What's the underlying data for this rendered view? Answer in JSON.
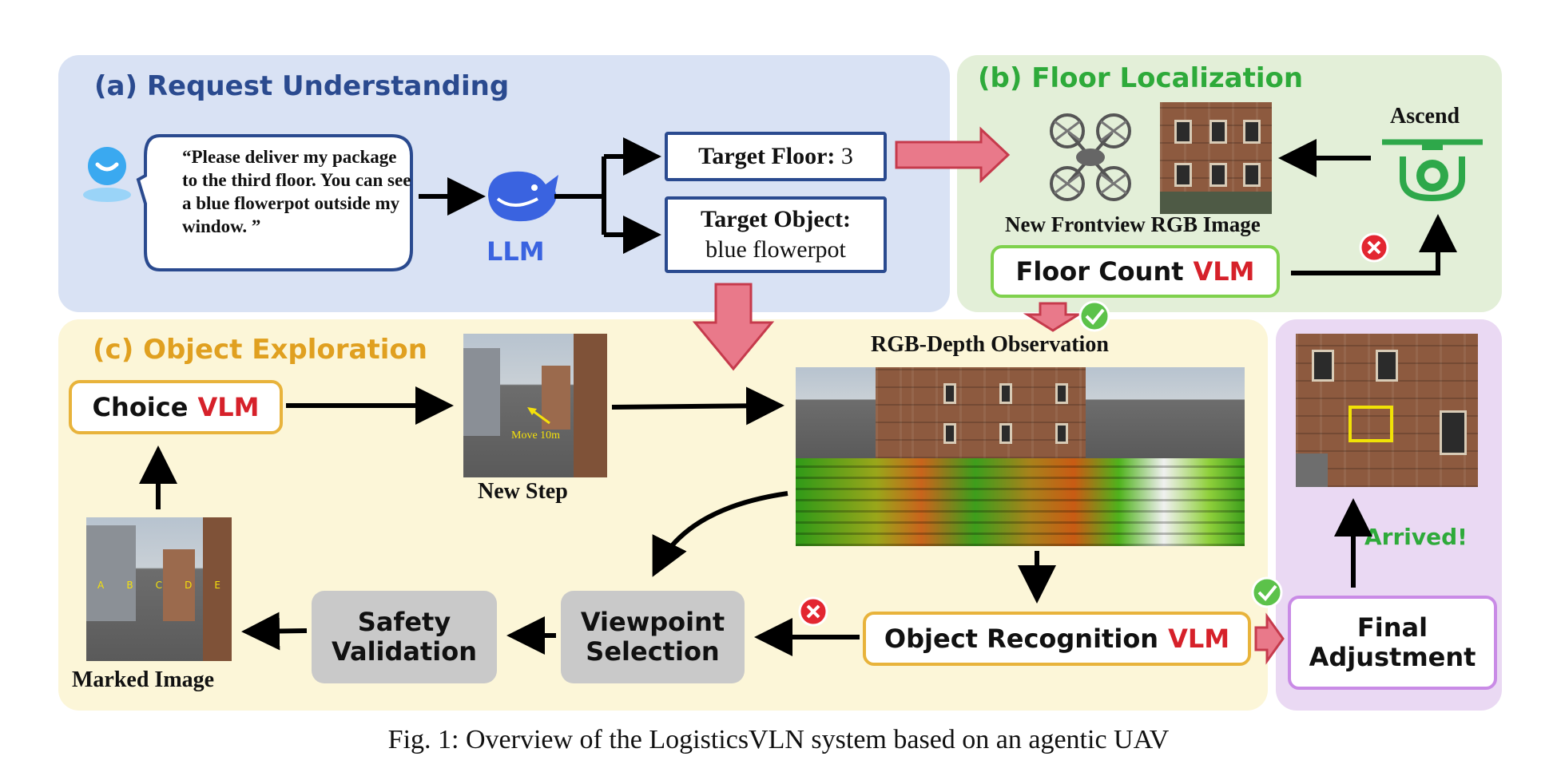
{
  "sections": {
    "a": "(a) Request Understanding",
    "b": "(b) Floor Localization",
    "c": "(c) Object Exploration"
  },
  "request": {
    "text": "“Please deliver my package to the third floor. You can see a blue flowerpot outside my window. ”"
  },
  "llm": {
    "label": "LLM"
  },
  "targets": {
    "floor_label": "Target Floor:",
    "floor_value": "3",
    "object_label": "Target Object:",
    "object_value": "blue flowerpot"
  },
  "floor": {
    "ascend": "Ascend",
    "frontview": "New Frontview RGB Image",
    "count_text": "Floor Count",
    "vlm": "VLM"
  },
  "exploration": {
    "choice_text": "Choice",
    "vlm": "VLM",
    "new_step": "New Step",
    "move_label": "Move 10m",
    "rgbd": "RGB-Depth Observation",
    "recognition_text": "Object Recognition",
    "viewpoint": "Viewpoint Selection",
    "safety": "Safety Validation",
    "marked": "Marked Image",
    "marks": [
      "A",
      "B",
      "C",
      "D",
      "E"
    ]
  },
  "final": {
    "arrived": "Arrived!",
    "adjustment": "Final Adjustment"
  },
  "caption": "Fig. 1: Overview of the LogisticsVLN system based on an agentic UAV",
  "colors": {
    "panel_a": "#d9e2f4",
    "panel_b": "#e3efd8",
    "panel_c": "#fcf6d8",
    "panel_d": "#ead9f3",
    "title_a": "#2a4a8f",
    "title_b": "#2eaa3a",
    "title_c": "#e0a020",
    "vlm_red": "#d6212a",
    "green_box": "#7fd14d",
    "orange_box": "#e8b33b",
    "purple_box": "#c98be6",
    "big_arrow": "#e9798a"
  }
}
